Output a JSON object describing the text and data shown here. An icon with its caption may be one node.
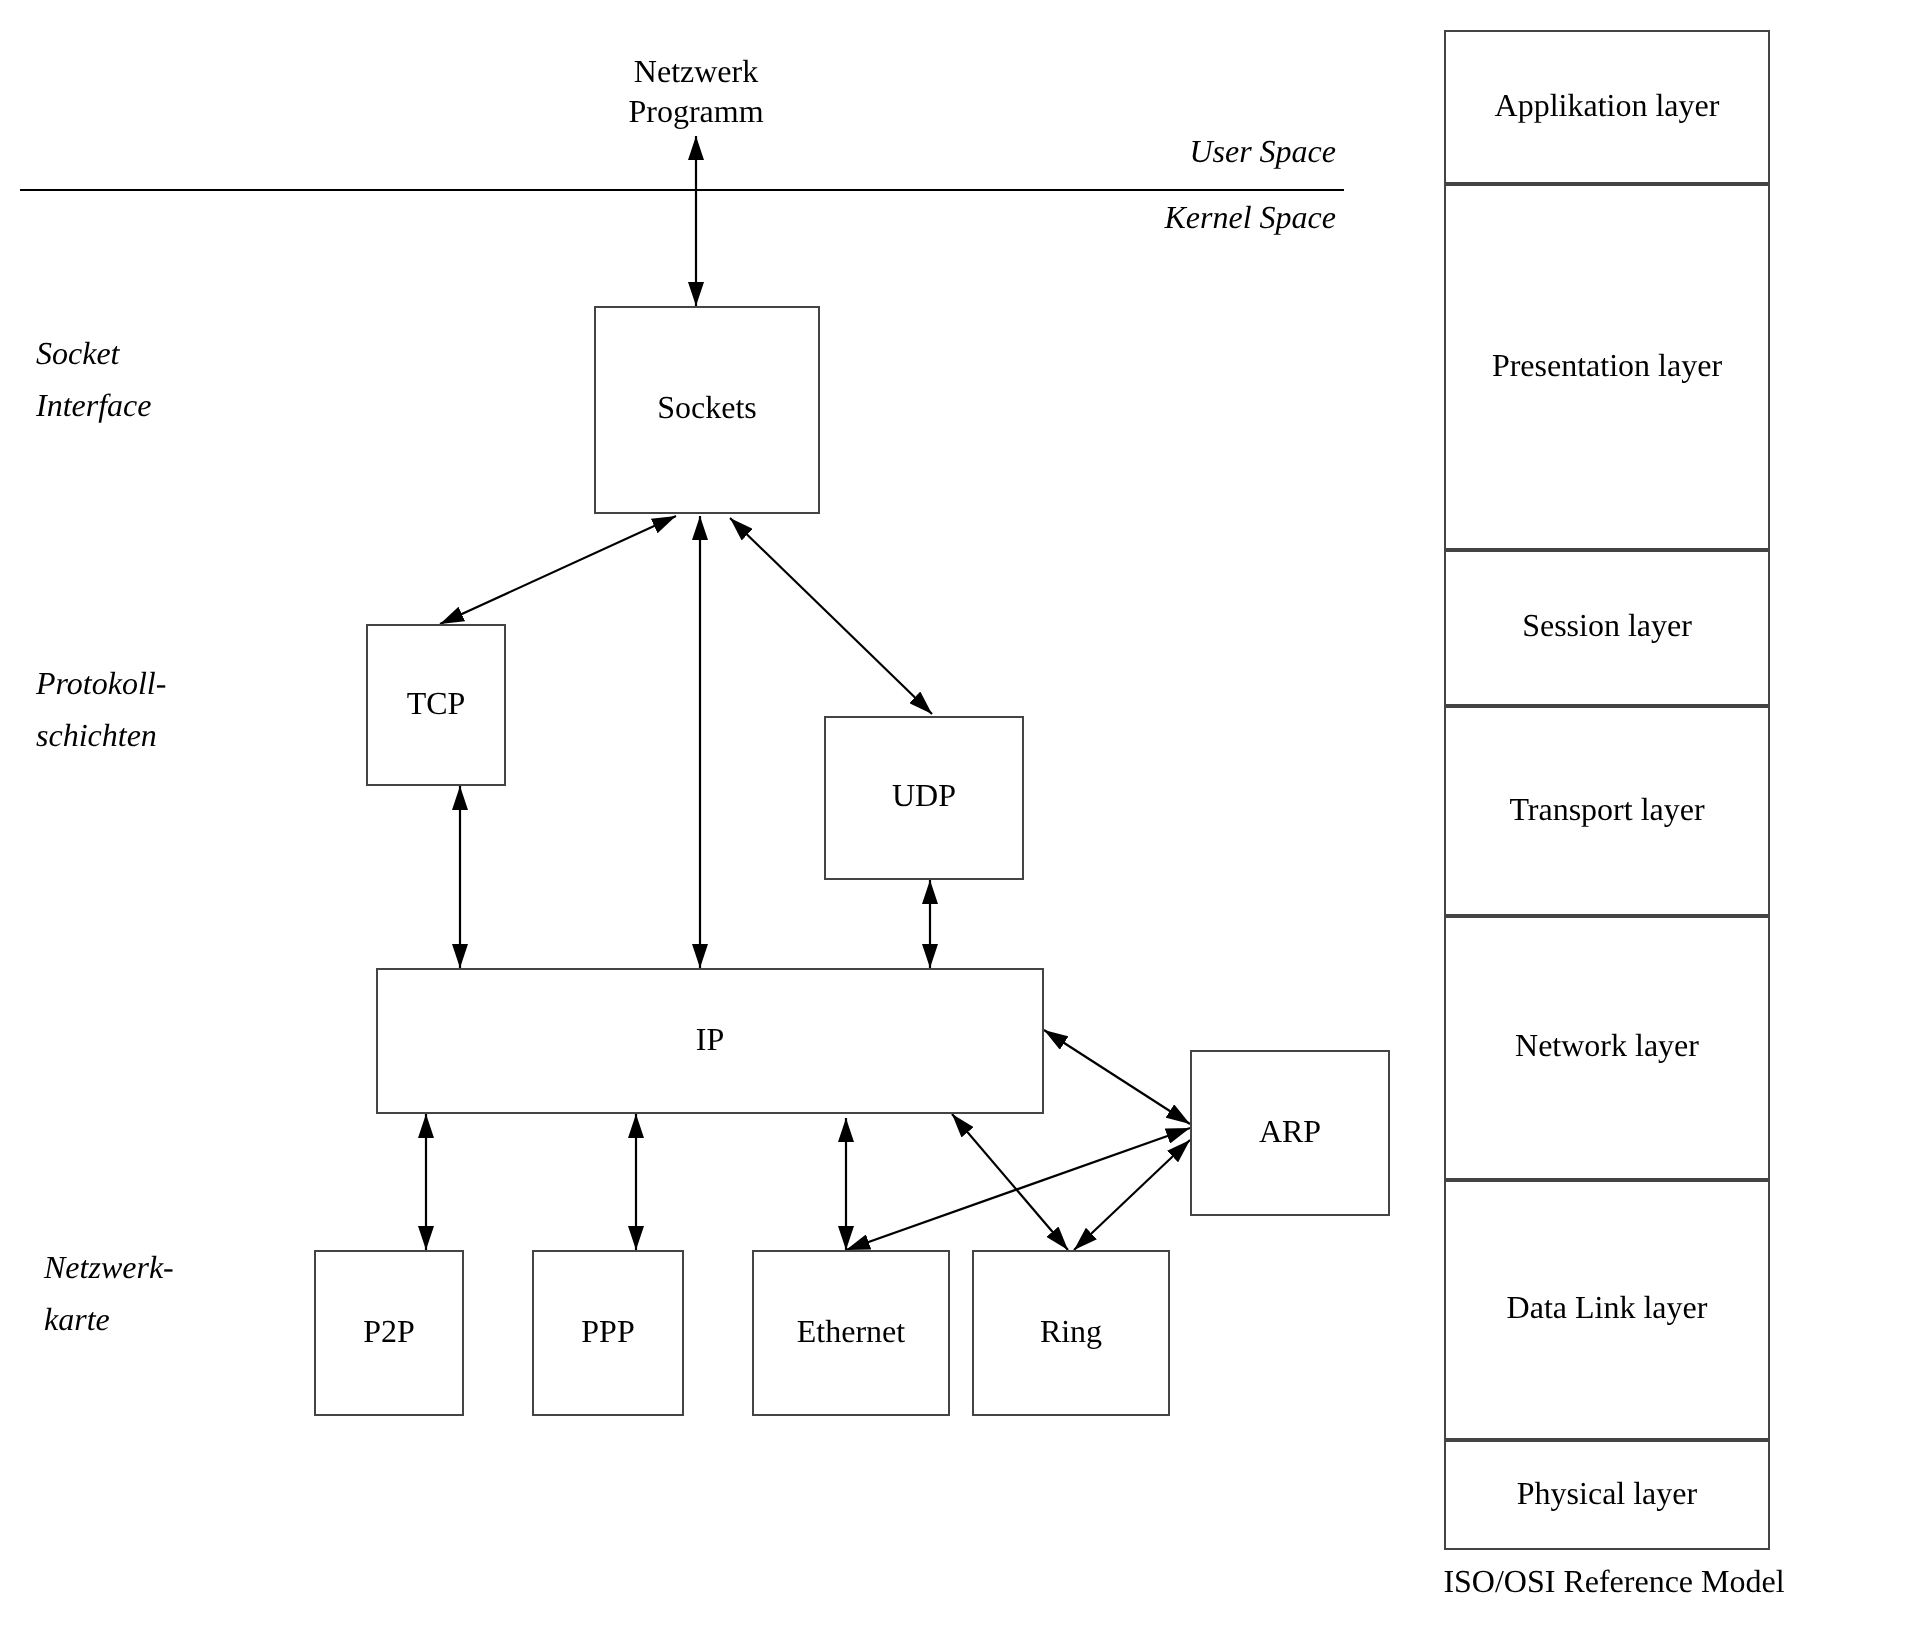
{
  "diagram": {
    "caption": "ISO/OSI Reference Model",
    "nodes": [
      {
        "text": [
          "Netzwerk Programm"
        ]
      },
      {
        "text": [
          "Sockets"
        ]
      },
      {
        "text": [
          "TCP"
        ]
      },
      {
        "text": [
          "UDP"
        ]
      },
      {
        "text": [
          "IP"
        ]
      },
      {
        "text": [
          "P2P"
        ]
      },
      {
        "text": [
          "PPP"
        ]
      },
      {
        "text": [
          "Ethernet"
        ]
      },
      {
        "text": [
          "Ring"
        ]
      },
      {
        "text": [
          "ARP"
        ]
      },
      {
        "text": [
          "Applikation layer"
        ]
      },
      {
        "text": [
          "Presentation layer"
        ]
      },
      {
        "text": [
          "Session layer"
        ]
      },
      {
        "text": [
          "Transport layer"
        ]
      },
      {
        "text": [
          "Network layer"
        ]
      },
      {
        "text": [
          "Data Link layer"
        ]
      },
      {
        "text": [
          "Physical layer"
        ]
      }
    ],
    "edges": [
      {
        "from": 0,
        "to": 1,
        "arrow": "both"
      },
      {
        "from": 1,
        "to": 2,
        "arrow": "both"
      },
      {
        "from": 1,
        "to": 4,
        "arrow": "both"
      },
      {
        "from": 1,
        "to": 3,
        "arrow": "both"
      },
      {
        "from": 2,
        "to": 4,
        "arrow": "both"
      },
      {
        "from": 3,
        "to": 4,
        "arrow": "both"
      },
      {
        "from": 4,
        "to": 5,
        "arrow": "both"
      },
      {
        "from": 4,
        "to": 6,
        "arrow": "both"
      },
      {
        "from": 4,
        "to": 7,
        "arrow": "both"
      },
      {
        "from": 4,
        "to": 8,
        "arrow": "both"
      },
      {
        "from": 4,
        "to": 9,
        "arrow": "both"
      },
      {
        "from": 7,
        "to": 9,
        "arrow": "both"
      },
      {
        "from": 8,
        "to": 9,
        "arrow": "both"
      }
    ],
    "labels": [
      "User Space",
      "Kernel Space",
      "Socket Interface",
      "Protokoll- schichten",
      "Netzwerk- karte"
    ]
  }
}
